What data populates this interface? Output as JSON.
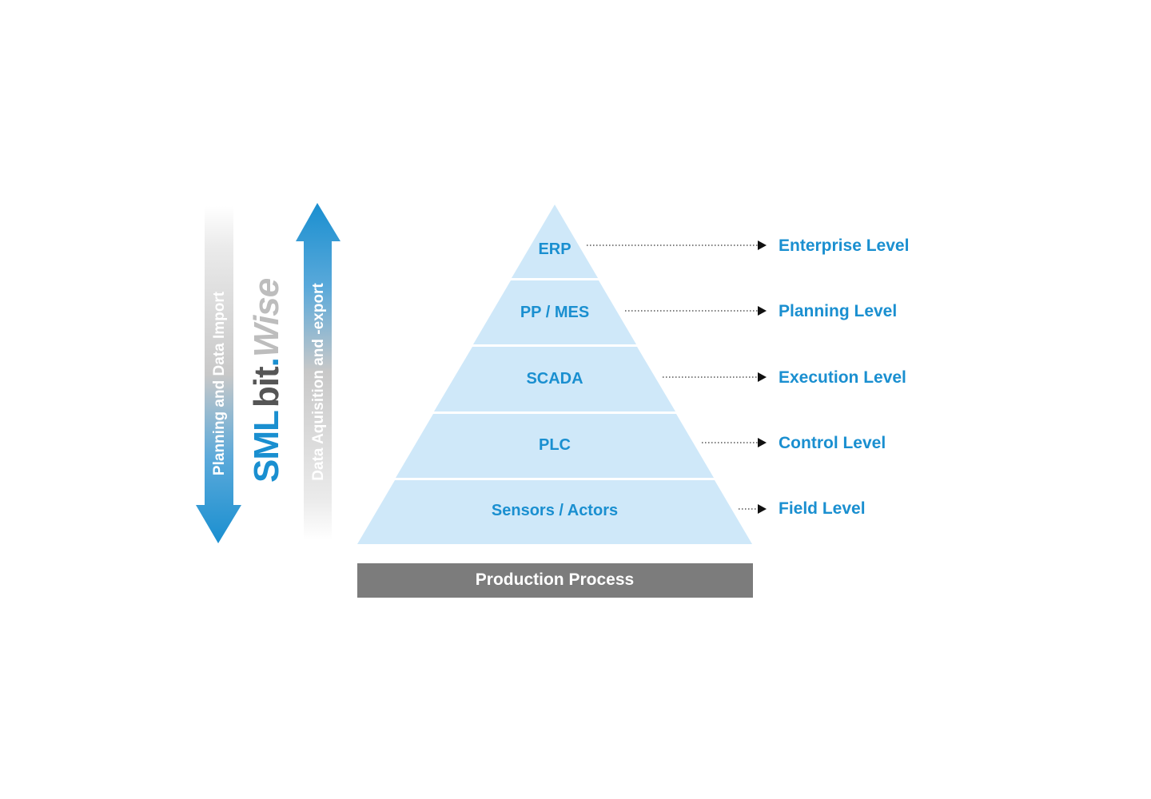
{
  "colors": {
    "accent": "#1a8fd0",
    "tier_fill": "#cfe8f9",
    "process_fill": "#7c7c7c",
    "logo_gray": "#555555",
    "logo_light": "#bdbdbd"
  },
  "left_arrow": {
    "label": "Planning and Data Import",
    "direction": "down"
  },
  "right_arrow": {
    "label": "Data Aquisition and -export",
    "direction": "up"
  },
  "logo": {
    "part1": "SML",
    "part2": "bit",
    "part3": "Wise"
  },
  "pyramid": {
    "tiers": [
      {
        "label": "ERP",
        "level": "Enterprise Level"
      },
      {
        "label": "PP / MES",
        "level": "Planning Level"
      },
      {
        "label": "SCADA",
        "level": "Execution Level"
      },
      {
        "label": "PLC",
        "level": "Control Level"
      },
      {
        "label": "Sensors / Actors",
        "level": "Field Level"
      }
    ]
  },
  "base": {
    "label": "Production Process"
  }
}
